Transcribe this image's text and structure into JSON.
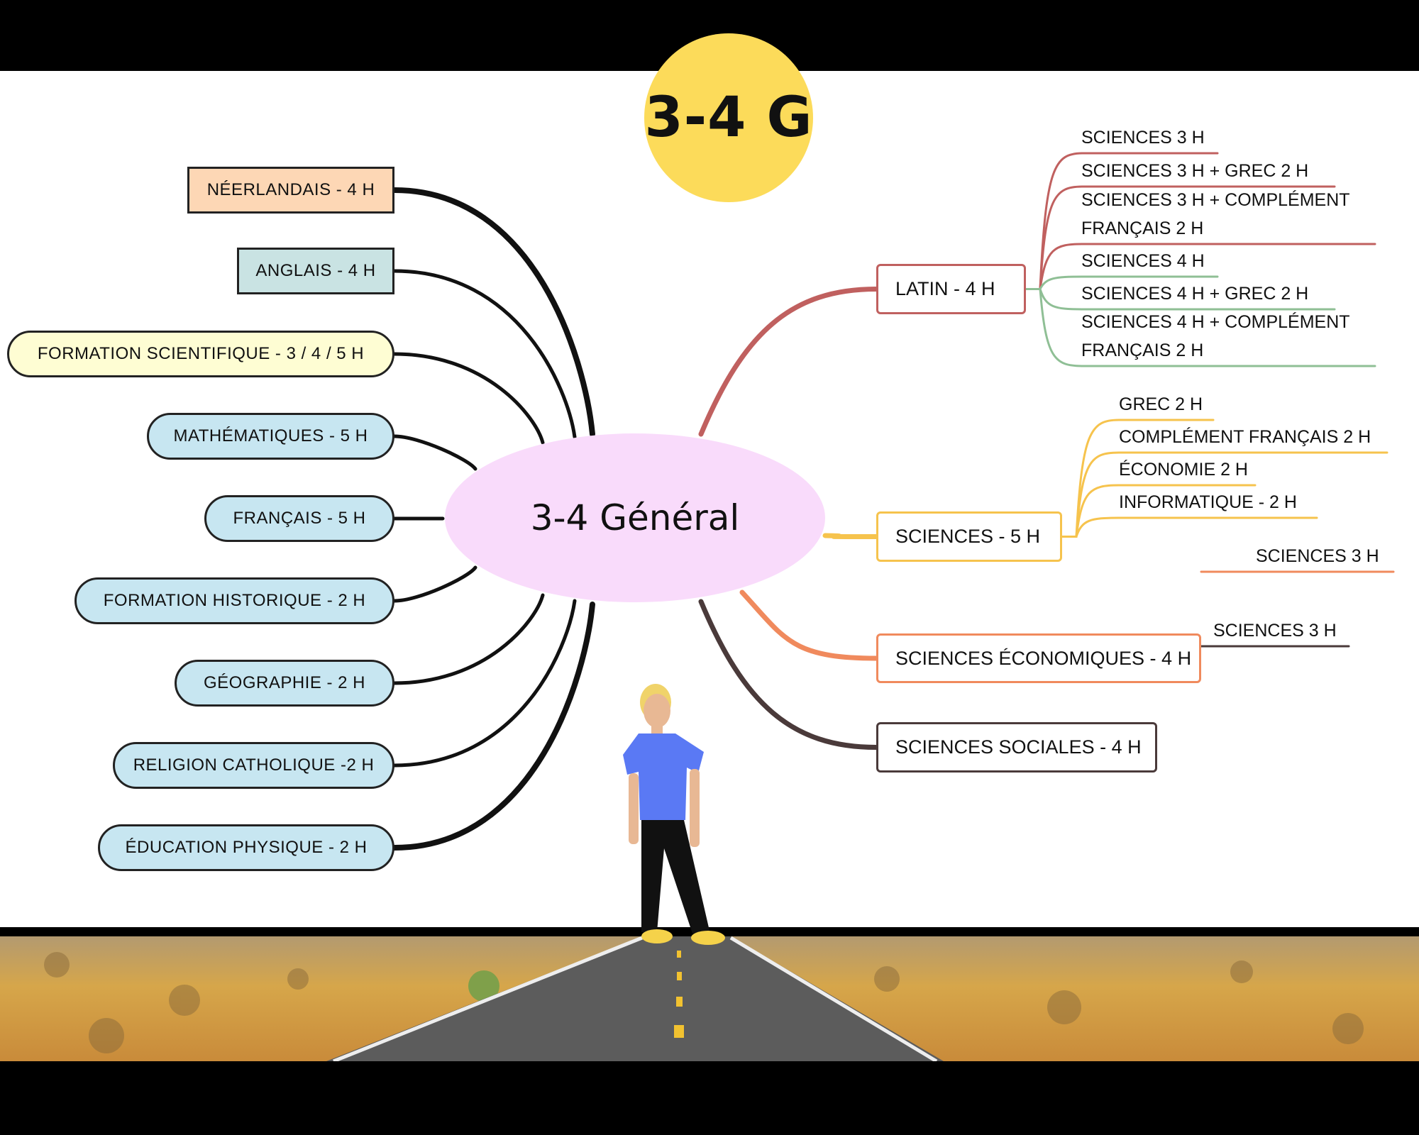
{
  "badge": "3-4 G",
  "center": "3-4 Général",
  "left_subjects": [
    {
      "label": "Néerlandais - 4 H",
      "fill": "#fdd7b5",
      "shape": "rect"
    },
    {
      "label": "Anglais - 4 H",
      "fill": "#c9e3e3",
      "shape": "rect"
    },
    {
      "label": "Formation scientifique - 3 / 4 / 5 H",
      "fill": "#fefdd3",
      "shape": "pill"
    },
    {
      "label": "Mathématiques - 5 H",
      "fill": "#c7e6f1",
      "shape": "pill"
    },
    {
      "label": "Français - 5 H",
      "fill": "#c7e6f1",
      "shape": "pill"
    },
    {
      "label": "Formation historique - 2 H",
      "fill": "#c7e6f1",
      "shape": "pill"
    },
    {
      "label": "Géographie - 2 H",
      "fill": "#c7e6f1",
      "shape": "pill"
    },
    {
      "label": "Religion catholique -2 H",
      "fill": "#c7e6f1",
      "shape": "pill"
    },
    {
      "label": "Éducation physique - 2 H",
      "fill": "#c7e6f1",
      "shape": "pill"
    }
  ],
  "options": [
    {
      "label": "Latin - 4 H",
      "color": "#c0605f",
      "children": [
        "Sciences 3 H",
        "Sciences 3 H + Grec 2 H",
        "Sciences 3 H + Complément français 2 H",
        "Sciences 4 H",
        "Sciences 4 H + Grec 2 H",
        "Sciences 4 H + Complément français 2 H"
      ],
      "child_colors": [
        "#c0605f",
        "#c0605f",
        "#c0605f",
        "#8fbf95",
        "#8fbf95",
        "#8fbf95"
      ]
    },
    {
      "label": "Sciences - 5 H",
      "color": "#f6c34d",
      "children": [
        "Grec 2 H",
        "Complément français 2 H",
        "Économie 2 H",
        "Informatique - 2 H"
      ]
    },
    {
      "label": "Sciences économiques - 4 H",
      "color": "#f08a5d",
      "children": [
        "Sciences 3 H"
      ]
    },
    {
      "label": "Sciences sociales - 4 H",
      "color": "#4a3a3a",
      "children": [
        "Sciences 3 H"
      ]
    }
  ]
}
